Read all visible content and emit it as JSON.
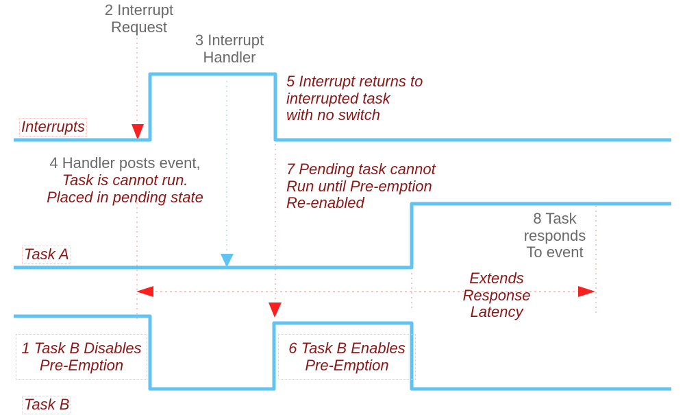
{
  "diagram": {
    "title": "Pre-emption disabled interrupt response latency timing diagram",
    "colors": {
      "waveform": "#61c3f2",
      "annotation_red": "#8c1616",
      "annotation_gray": "#69696a",
      "arrow_red": "#f92020",
      "arrow_blue": "#61c3f2",
      "guide_pink": "#f6c6c6",
      "guide_blue": "#bfe6fa",
      "background": "#ffffff"
    },
    "signal_labels": [
      {
        "id": "interrupts",
        "text": "Interrupts"
      },
      {
        "id": "task-a",
        "text": "Task A"
      },
      {
        "id": "task-b",
        "text": "Task B"
      }
    ],
    "annotations": [
      {
        "id": "step-2",
        "text": "2 Interrupt\nRequest",
        "style": "gray",
        "align": "center"
      },
      {
        "id": "step-3",
        "text": "3 Interrupt\nHandler",
        "style": "gray",
        "align": "center"
      },
      {
        "id": "step-5",
        "text": "5 Interrupt returns to\ninterrupted task\nwith no switch",
        "style": "red",
        "align": "left"
      },
      {
        "id": "step-4-line1",
        "text": "4 Handler posts event,",
        "style": "gray",
        "align": "center"
      },
      {
        "id": "step-4-line2",
        "text": "Task is cannot run.\nPlaced in pending state",
        "style": "red",
        "align": "center"
      },
      {
        "id": "step-7",
        "text": "7 Pending task cannot\nRun until Pre-emption\nRe-enabled",
        "style": "red",
        "align": "left"
      },
      {
        "id": "step-8",
        "text": "8 Task\nresponds\nTo event",
        "style": "gray",
        "align": "center"
      },
      {
        "id": "latency",
        "text": "Extends\nResponse\nLatency",
        "style": "red",
        "align": "center"
      },
      {
        "id": "step-1",
        "text": "1 Task B Disables\nPre-Emption",
        "style": "red",
        "align": "center"
      },
      {
        "id": "step-6",
        "text": "6 Task B Enables\nPre-Emption",
        "style": "red",
        "align": "center"
      }
    ],
    "markers": [
      {
        "id": "interrupt-request-marker",
        "shape": "down-arrow",
        "color": "red"
      },
      {
        "id": "event-posted-marker",
        "shape": "down-arrow",
        "color": "blue"
      },
      {
        "id": "pre-emption-enabled-marker",
        "shape": "down-arrow",
        "color": "red"
      },
      {
        "id": "latency-span-arrow",
        "shape": "double-headed-arrow",
        "color": "red"
      }
    ],
    "waveforms": [
      {
        "id": "interrupts-trace",
        "levels": "low, high during handler, low"
      },
      {
        "id": "task-a-trace",
        "levels": "low until pre-emption re-enabled, then high"
      },
      {
        "id": "task-b-trace",
        "levels": "high, low during handler, high, then low"
      }
    ]
  }
}
